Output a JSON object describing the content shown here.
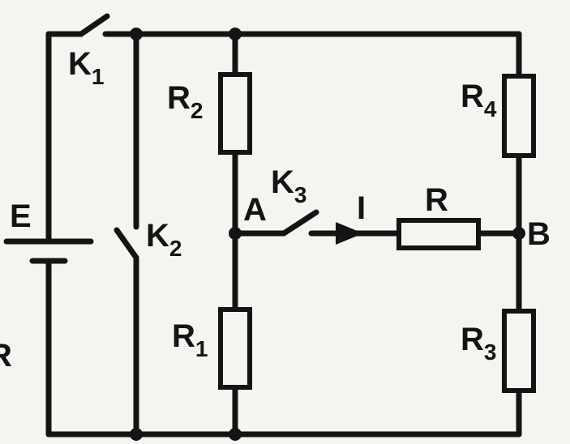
{
  "diagram": {
    "components": {
      "switch_k1": {
        "letter": "K",
        "sub": "1"
      },
      "switch_k2": {
        "letter": "K",
        "sub": "2"
      },
      "switch_k3": {
        "letter": "K",
        "sub": "3"
      },
      "resistor_r1": {
        "letter": "R",
        "sub": "1"
      },
      "resistor_r2": {
        "letter": "R",
        "sub": "2"
      },
      "resistor_r3": {
        "letter": "R",
        "sub": "3"
      },
      "resistor_r4": {
        "letter": "R",
        "sub": "4"
      },
      "resistor_r": {
        "letter": "R"
      },
      "battery": {
        "letter": "E"
      },
      "current": {
        "letter": "I"
      }
    },
    "nodes": {
      "a": "A",
      "b": "B"
    },
    "edge_fragment": "R"
  },
  "colors": {
    "ink": "#141414",
    "paper": "#f4f4f1"
  }
}
